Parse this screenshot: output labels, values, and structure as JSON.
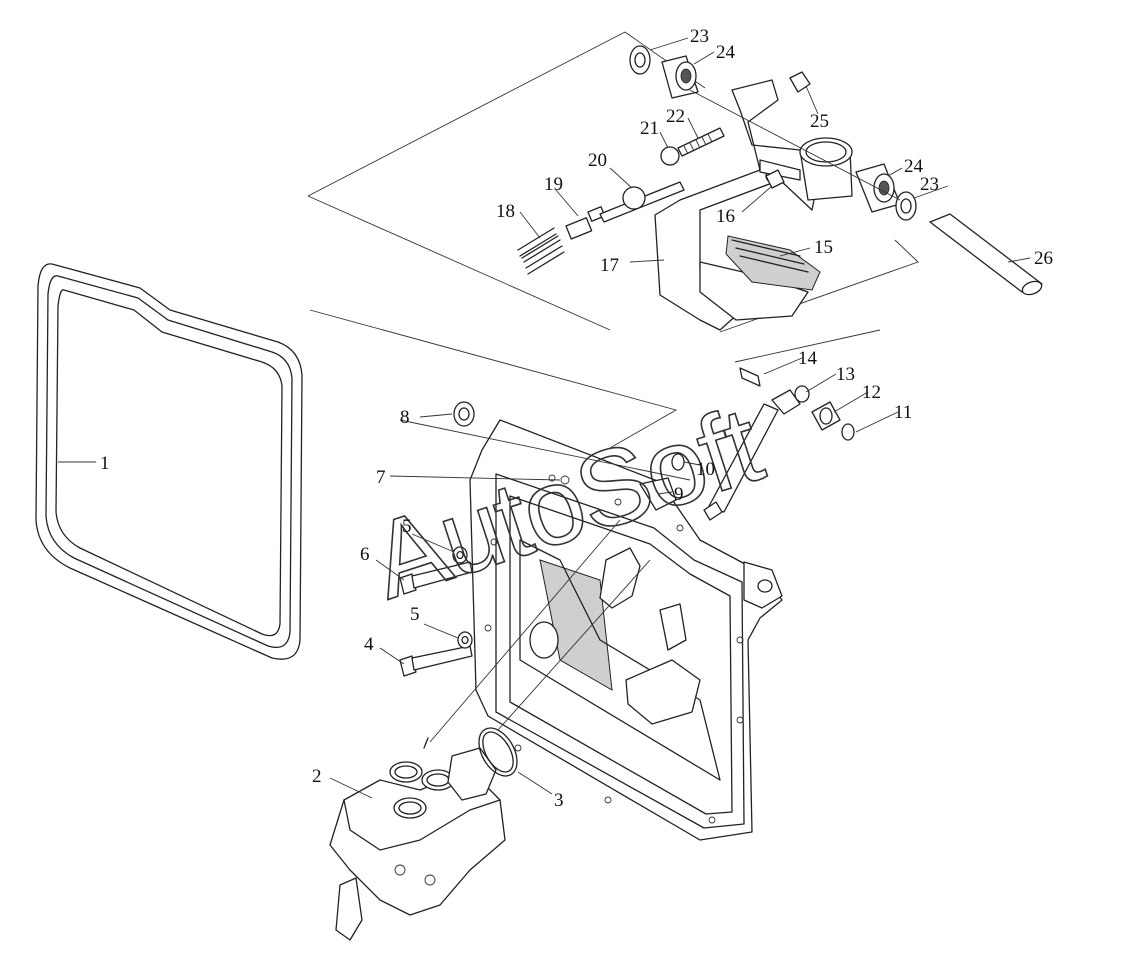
{
  "watermark": "AutoSoft",
  "callouts": [
    {
      "id": "1",
      "label": "1"
    },
    {
      "id": "2",
      "label": "2"
    },
    {
      "id": "3",
      "label": "3"
    },
    {
      "id": "4",
      "label": "4"
    },
    {
      "id": "5a",
      "label": "5"
    },
    {
      "id": "5b",
      "label": "5"
    },
    {
      "id": "6",
      "label": "6"
    },
    {
      "id": "7",
      "label": "7"
    },
    {
      "id": "8",
      "label": "8"
    },
    {
      "id": "9",
      "label": "9"
    },
    {
      "id": "10",
      "label": "10"
    },
    {
      "id": "11",
      "label": "11"
    },
    {
      "id": "12",
      "label": "12"
    },
    {
      "id": "13",
      "label": "13"
    },
    {
      "id": "14",
      "label": "14"
    },
    {
      "id": "15",
      "label": "15"
    },
    {
      "id": "16",
      "label": "16"
    },
    {
      "id": "17",
      "label": "17"
    },
    {
      "id": "18",
      "label": "18"
    },
    {
      "id": "19",
      "label": "19"
    },
    {
      "id": "20",
      "label": "20"
    },
    {
      "id": "21",
      "label": "21"
    },
    {
      "id": "22",
      "label": "22"
    },
    {
      "id": "23a",
      "label": "23"
    },
    {
      "id": "23b",
      "label": "23"
    },
    {
      "id": "24a",
      "label": "24"
    },
    {
      "id": "24b",
      "label": "24"
    },
    {
      "id": "25",
      "label": "25"
    },
    {
      "id": "26",
      "label": "26"
    }
  ]
}
